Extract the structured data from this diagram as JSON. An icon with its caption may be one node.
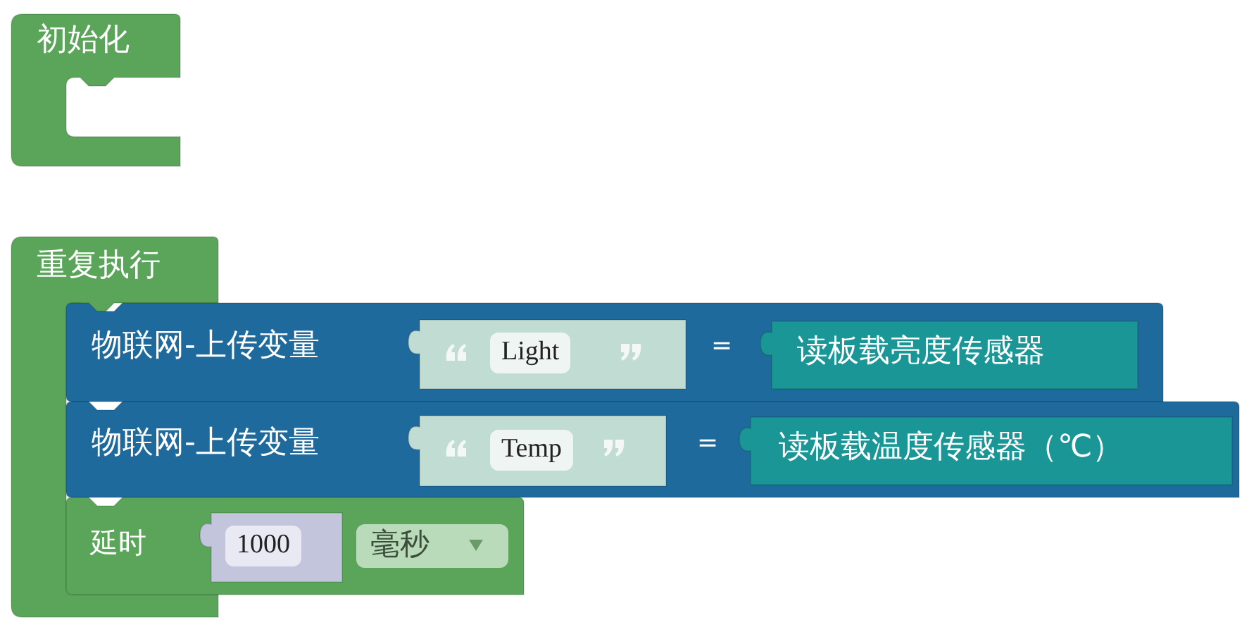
{
  "diagram": {
    "nodes": [
      {
        "text": [
          "初始化"
        ]
      },
      {
        "text": [
          "重复执行"
        ]
      },
      {
        "text": [
          "物联网-上传变量",
          "="
        ]
      },
      {
        "text": [
          "Light"
        ],
        "in": 2
      },
      {
        "text": [
          "读板载亮度传感器"
        ],
        "in": 2
      },
      {
        "text": [
          "物联网-上传变量",
          "="
        ]
      },
      {
        "text": [
          "Temp"
        ],
        "in": 5
      },
      {
        "text": [
          "读板载温度传感器（℃）"
        ],
        "in": 5
      },
      {
        "text": [
          "延时"
        ]
      },
      {
        "text": [
          "1000"
        ],
        "in": 8
      },
      {
        "text": [
          "毫秒"
        ],
        "in": 8
      }
    ]
  }
}
